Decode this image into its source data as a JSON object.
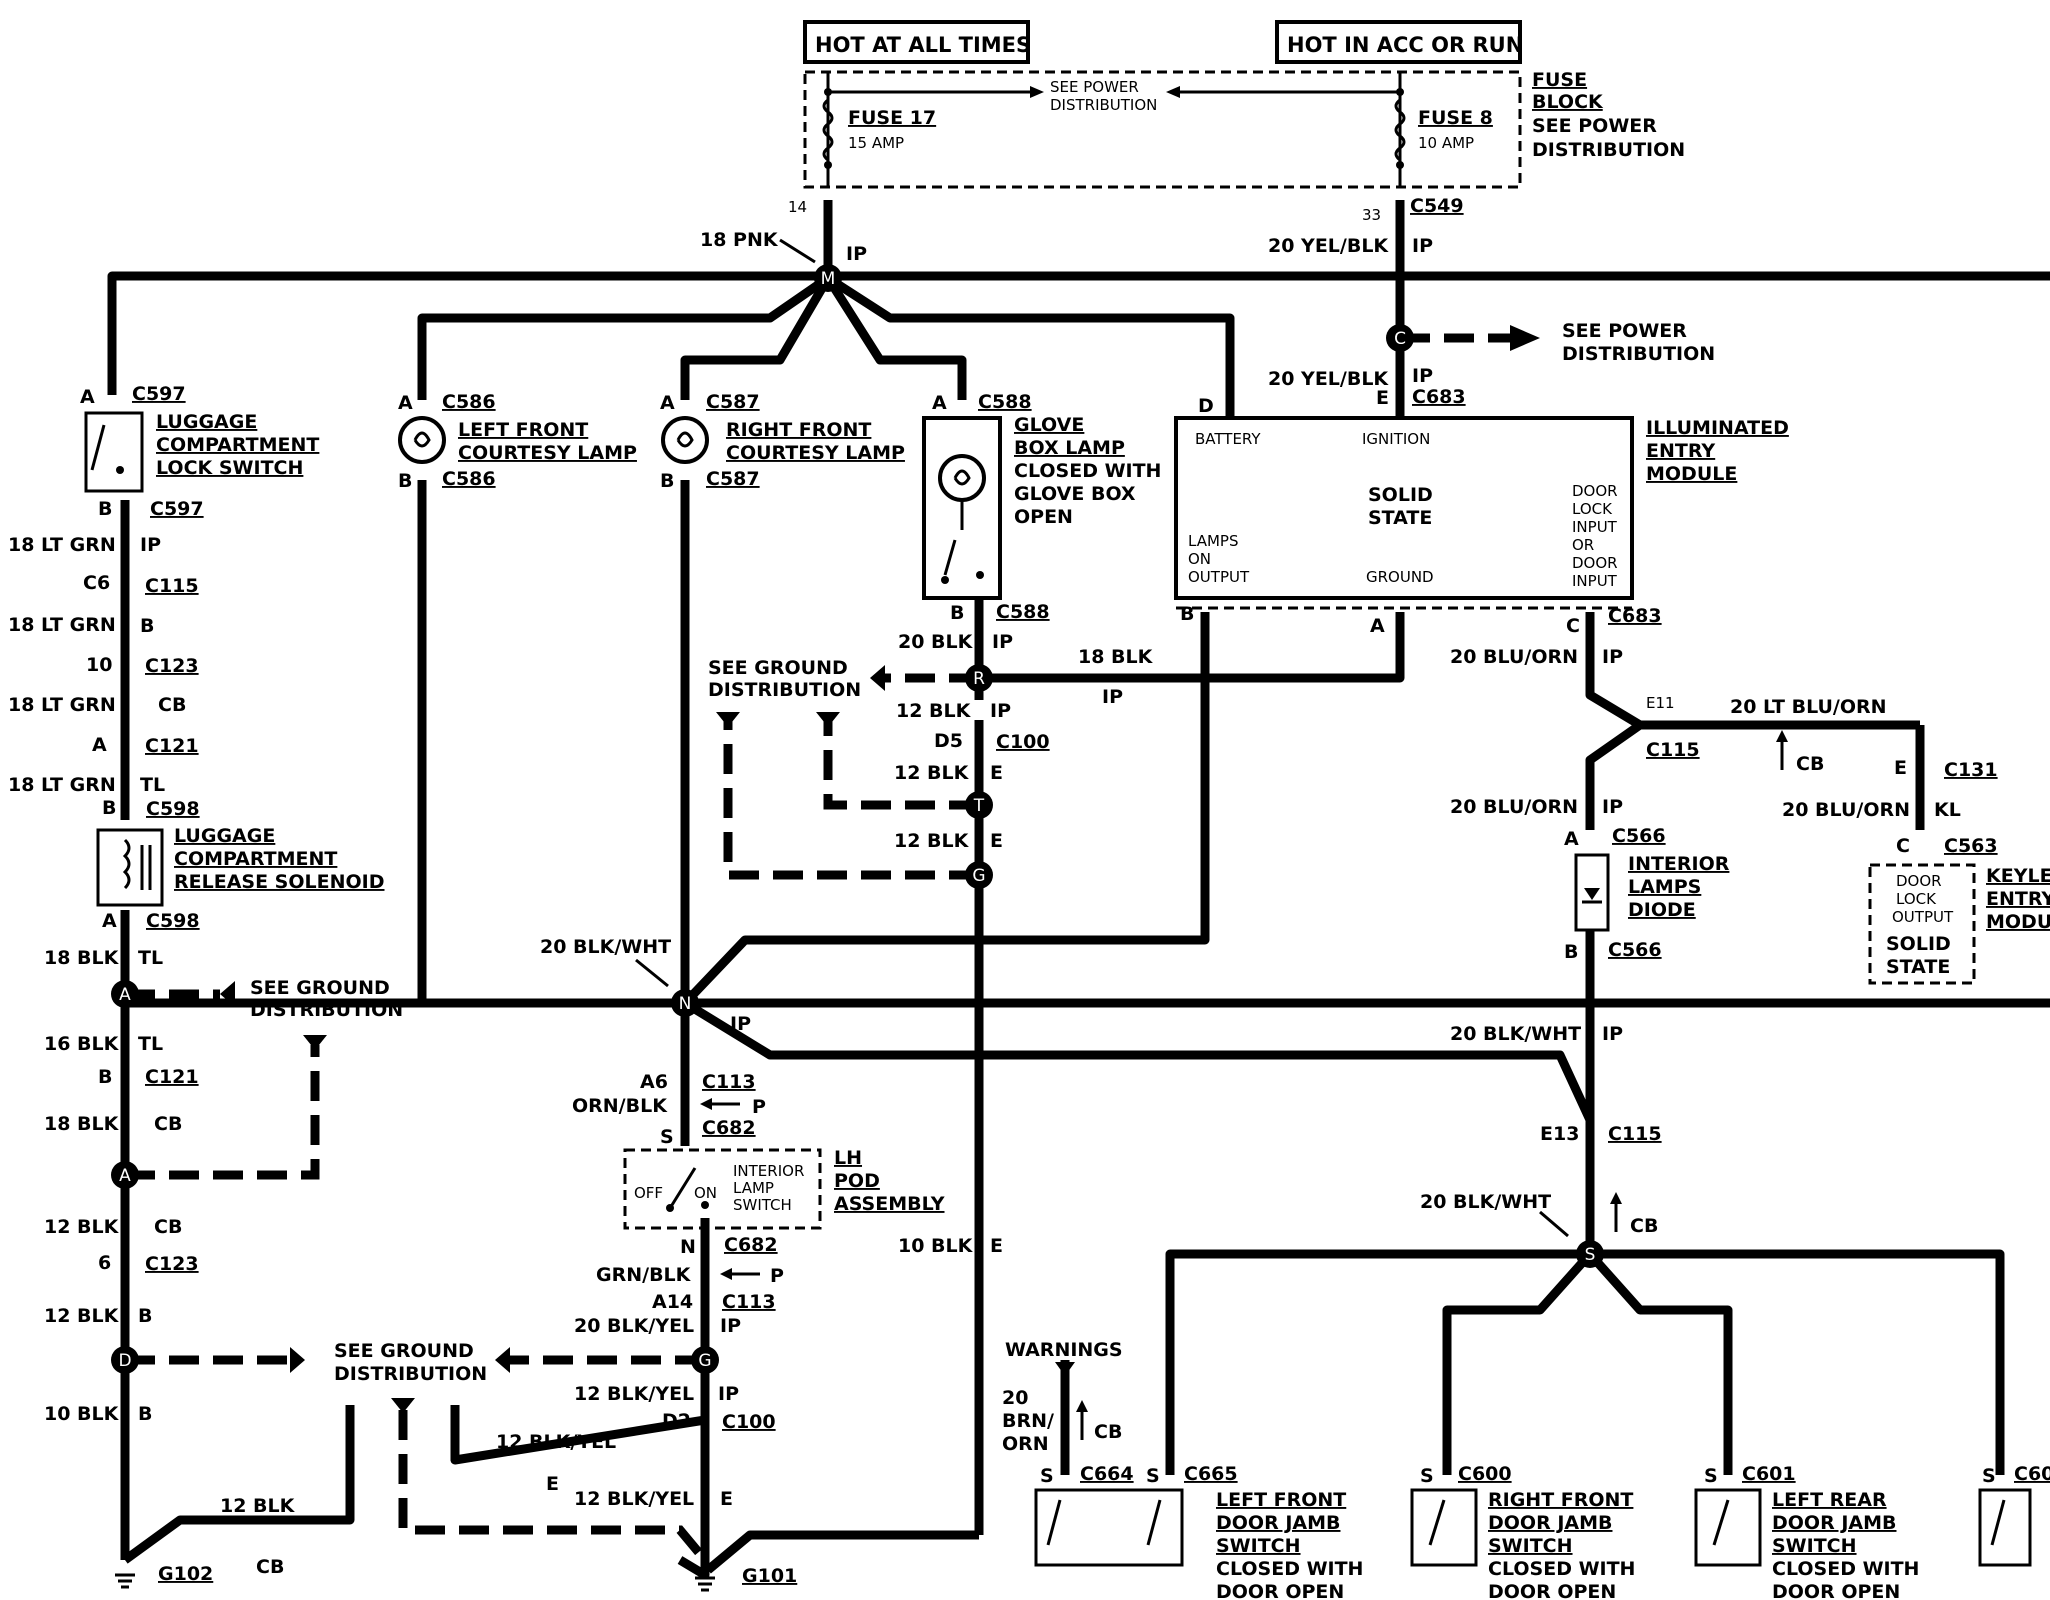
{
  "hot_labels": {
    "always": "HOT AT ALL TIMES",
    "acc_run": "HOT IN ACC OR RUN"
  },
  "fuse_block": {
    "title": "FUSE",
    "title2": "BLOCK",
    "note": "SEE POWER",
    "note2": "DISTRIBUTION",
    "center_note": "SEE POWER",
    "center_note2": "DISTRIBUTION",
    "fuse17": "FUSE 17",
    "fuse17_amp": "15 AMP",
    "fuse8": "FUSE 8",
    "fuse8_amp": "10 AMP"
  },
  "pins": {
    "p14": "14",
    "p33": "33",
    "c549": "C549",
    "pnk": "18 PNK",
    "ip_m": "IP",
    "yel_blk": "20 YEL/BLK",
    "ip_c549": "IP",
    "see_power": "SEE POWER",
    "see_power2": "DISTRIBUTION",
    "yel_blk2": "20 YEL/BLK",
    "ip2": "IP",
    "e_pin": "E",
    "c683_top": "C683",
    "d_pin": "D"
  },
  "nodes": {
    "m": "M",
    "c": "C",
    "r": "R",
    "t": "T",
    "g": "G",
    "n": "N",
    "a1": "A",
    "a2": "A",
    "d": "D",
    "g2": "G",
    "s": "S"
  },
  "left_column": {
    "a": "A",
    "c597": "C597",
    "lcls1": "LUGGAGE",
    "lcls2": "COMPARTMENT",
    "lcls3": "LOCK SWITCH",
    "b": "B",
    "c597b": "C597",
    "w1": "18 LT GRN",
    "ip": "IP",
    "c6": "C6",
    "c115": "C115",
    "w2": "18 LT GRN",
    "b2": "B",
    "p10": "10",
    "c123": "C123",
    "w3": "18 LT GRN",
    "cb": "CB",
    "a2": "A",
    "c121": "C121",
    "w4": "18 LT GRN",
    "tl": "TL",
    "b3": "B",
    "c598": "C598",
    "lcrs1": "LUGGAGE",
    "lcrs2": "COMPARTMENT",
    "lcrs3": "RELEASE SOLENOID",
    "a3": "A",
    "c598b": "C598",
    "w5": "18 BLK",
    "tl2": "TL",
    "sg1": "SEE GROUND",
    "sg2": "DISTRIBUTION",
    "w6": "16 BLK",
    "tl3": "TL",
    "b4": "B",
    "c121b": "C121",
    "w7": "18 BLK",
    "cb2": "CB",
    "w8": "12 BLK",
    "cb3": "CB",
    "p6": "6",
    "c123b": "C123",
    "w9": "12 BLK",
    "b5": "B",
    "sg3": "SEE GROUND",
    "sg4": "DISTRIBUTION",
    "w10": "10 BLK",
    "b6": "B",
    "w11": "12 BLK",
    "cb4": "CB",
    "g102": "G102"
  },
  "lamps": {
    "a_lf": "A",
    "c586": "C586",
    "lf1": "LEFT FRONT",
    "lf2": "COURTESY LAMP",
    "b_lf": "B",
    "c586b": "C586",
    "a_rf": "A",
    "c587": "C587",
    "rf1": "RIGHT FRONT",
    "rf2": "COURTESY LAMP",
    "b_rf": "B",
    "c587b": "C587",
    "a_gb": "A",
    "c588": "C588",
    "gb1": "GLOVE",
    "gb2": "BOX LAMP",
    "gb3": "CLOSED WITH",
    "gb4": "GLOVE BOX",
    "gb5": "OPEN",
    "b_gb": "B",
    "c588b": "C588"
  },
  "ground_mid": {
    "w20blk": "20 BLK",
    "ip": "IP",
    "w18blk": "18 BLK",
    "ip2": "IP",
    "sg1": "SEE GROUND",
    "sg2": "DISTRIBUTION",
    "w12blk": "12 BLK",
    "ip3": "IP",
    "d5": "D5",
    "c100": "C100",
    "w12blk2": "12 BLK",
    "e": "E",
    "w12blk3": "12 BLK",
    "e2": "E",
    "w10blk": "10 BLK",
    "e3": "E"
  },
  "iem": {
    "title1": "ILLUMINATED",
    "title2": "ENTRY",
    "title3": "MODULE",
    "battery": "BATTERY",
    "ignition": "IGNITION",
    "solid": "SOLID",
    "state": "STATE",
    "door1": "DOOR",
    "door2": "LOCK",
    "door3": "INPUT",
    "door4": "OR",
    "door5": "DOOR",
    "door6": "INPUT",
    "lamps1": "LAMPS",
    "lamps2": "ON",
    "lamps3": "OUTPUT",
    "ground": "GROUND",
    "b": "B",
    "a": "A",
    "c": "C",
    "c683": "C683"
  },
  "right": {
    "w1": "20 BLU/ORN",
    "ip1": "IP",
    "e11": "E11",
    "w2": "20 LT BLU/ORN",
    "c115": "C115",
    "cb": "CB",
    "e": "E",
    "c131": "C131",
    "w3": "20 BLU/ORN",
    "ip2": "IP",
    "w4": "20 BLU/ORN",
    "kl": "KL",
    "a": "A",
    "c566": "C566",
    "ild1": "INTERIOR",
    "ild2": "LAMPS",
    "ild3": "DIODE",
    "c": "C",
    "c563": "C563",
    "kem1": "DOOR",
    "kem2": "LOCK",
    "kem3": "OUTPUT",
    "kem4": "SOLID",
    "kem5": "STATE",
    "key1": "KEYLE",
    "key2": "ENTRY",
    "key3": "MODU",
    "b": "B",
    "c566b": "C566",
    "w5": "20 BLK/WHT",
    "ip3": "IP",
    "e13": "E13",
    "c115b": "C115",
    "w6": "20 BLK/WHT",
    "cb2": "CB"
  },
  "center": {
    "w1": "20 BLK/WHT",
    "ip": "IP",
    "a6": "A6",
    "c113": "C113",
    "orn": "ORN/BLK",
    "p": "P",
    "s": "S",
    "c682": "C682",
    "sw1": "INTERIOR",
    "sw2": "LAMP",
    "sw3": "SWITCH",
    "off": "OFF",
    "on": "ON",
    "lh1": "LH",
    "lh2": "POD",
    "lh3": "ASSEMBLY",
    "n": "N",
    "c682b": "C682",
    "grn": "GRN/BLK",
    "p2": "P",
    "a14": "A14",
    "c113b": "C113",
    "w2": "20 BLK/YEL",
    "ip2": "IP",
    "sg1": "SEE GROUND",
    "sg2": "DISTRIBUTION",
    "w3": "12 BLK/YEL",
    "ip3": "IP",
    "d2": "D2",
    "c100": "C100",
    "w4": "12 BLK/YEL",
    "e": "E",
    "w5": "12 BLK/YEL",
    "e2": "E",
    "g101": "G101"
  },
  "doors": {
    "warn": "WARNINGS",
    "w1": "20",
    "w2": "BRN/",
    "w3": "ORN",
    "cb": "CB",
    "s1": "S",
    "c664": "C664",
    "s2": "S",
    "c665": "C665",
    "lf1": "LEFT FRONT",
    "lf2": "DOOR JAMB",
    "lf3": "SWITCH",
    "lf4": "CLOSED WITH",
    "lf5": "DOOR OPEN",
    "s3": "S",
    "c600": "C600",
    "rf1": "RIGHT FRONT",
    "rf2": "DOOR JAMB",
    "rf3": "SWITCH",
    "rf4": "CLOSED WITH",
    "rf5": "DOOR OPEN",
    "s4": "S",
    "c601": "C601",
    "lr1": "LEFT REAR",
    "lr2": "DOOR JAMB",
    "lr3": "SWITCH",
    "lr4": "CLOSED WITH",
    "lr5": "DOOR OPEN",
    "s5": "S",
    "c60": "C60"
  }
}
